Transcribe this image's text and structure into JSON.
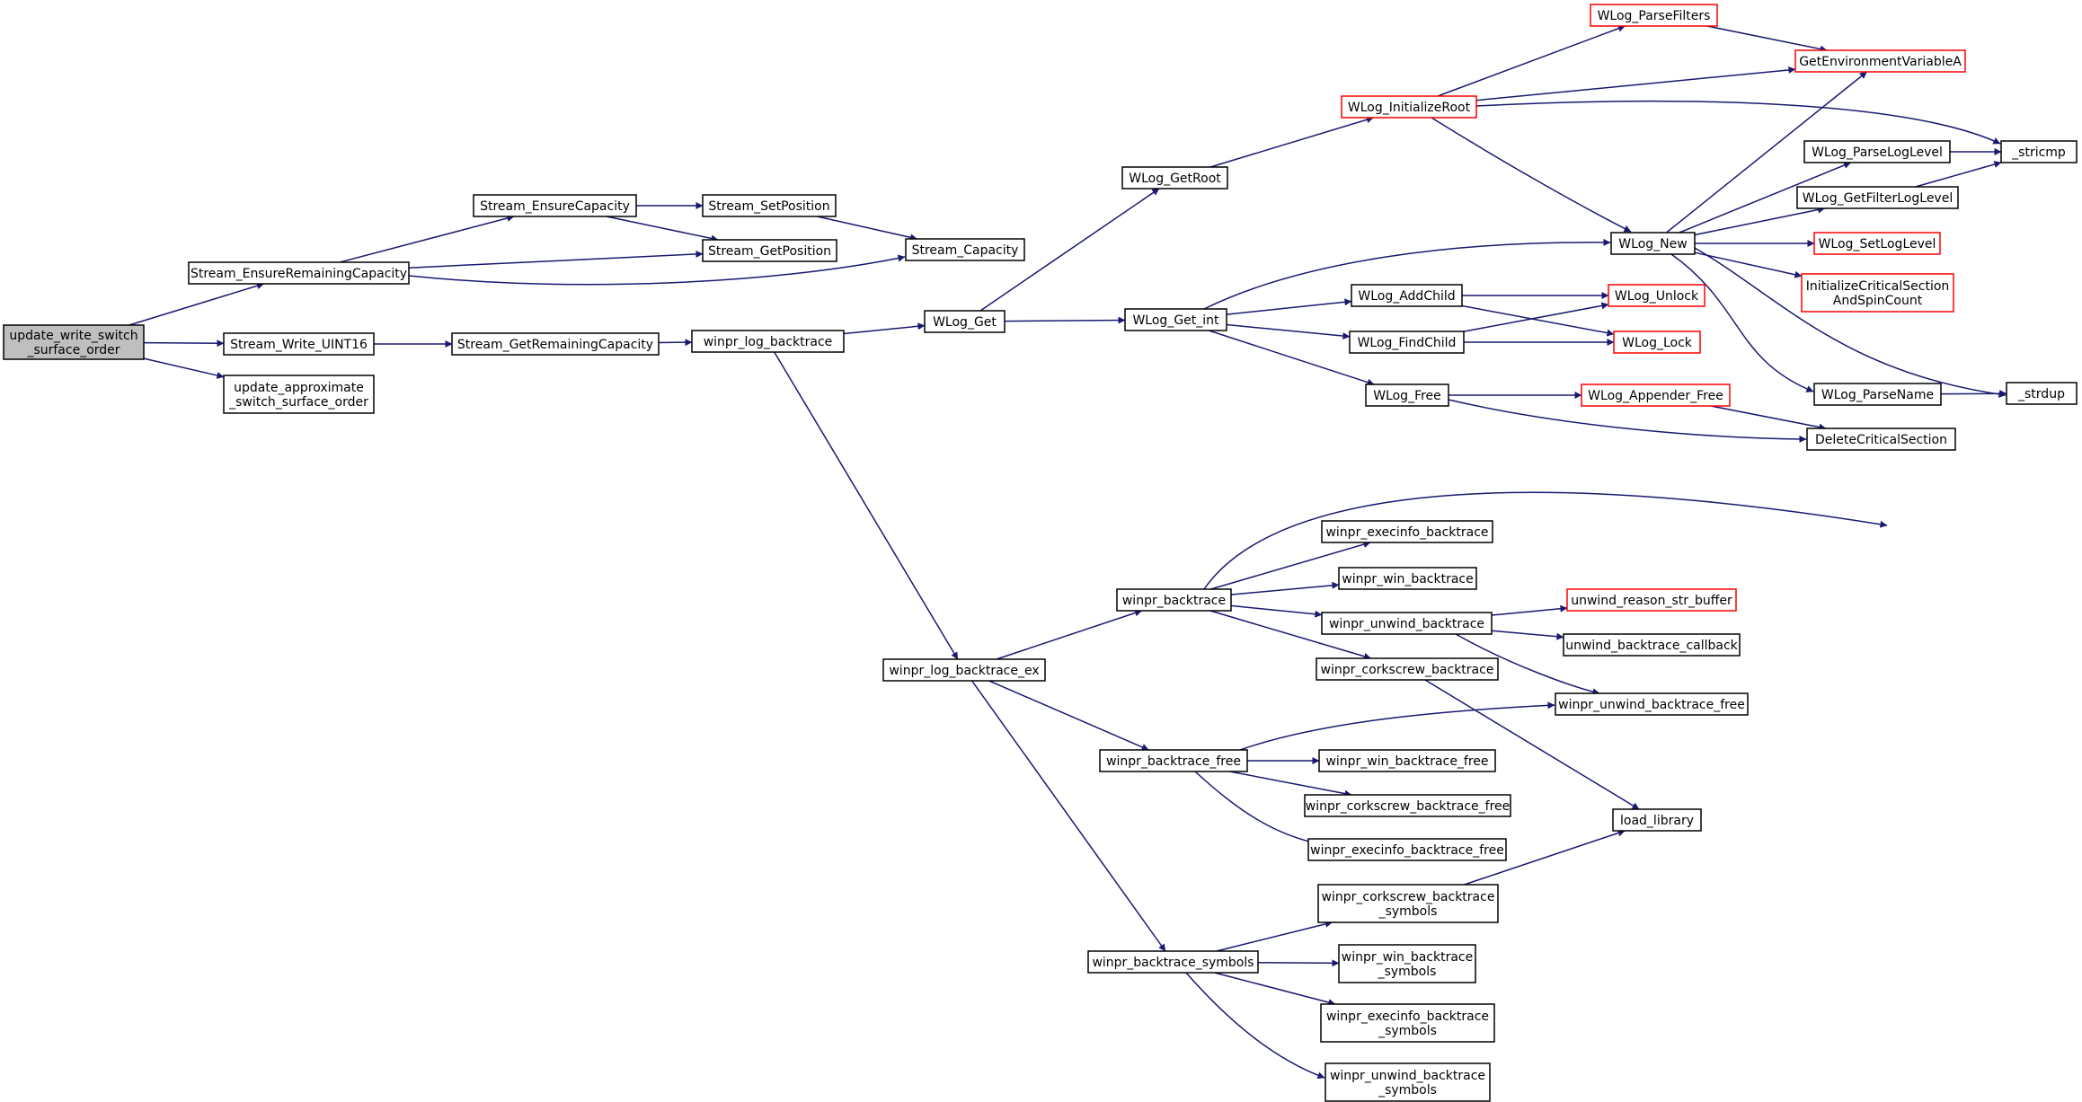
{
  "colors": {
    "edge": "#191970",
    "root_fill": "#bfbfbf",
    "root_border": "#000000",
    "node_border": "#000000",
    "truncated_border": "#ff0000",
    "node_fill": "#ffffff"
  },
  "nodes": [
    {
      "id": "update_write_switch_surface_order",
      "lines": [
        "update_write_switch",
        "_surface_order"
      ],
      "style": "root"
    },
    {
      "id": "Stream_EnsureRemainingCapacity",
      "lines": [
        "Stream_EnsureRemainingCapacity"
      ],
      "style": "normal"
    },
    {
      "id": "Stream_Write_UINT16",
      "lines": [
        "Stream_Write_UINT16"
      ],
      "style": "normal"
    },
    {
      "id": "update_approximate_switch_surface_order",
      "lines": [
        "update_approximate",
        "_switch_surface_order"
      ],
      "style": "normal"
    },
    {
      "id": "Stream_EnsureCapacity",
      "lines": [
        "Stream_EnsureCapacity"
      ],
      "style": "normal"
    },
    {
      "id": "Stream_SetPosition",
      "lines": [
        "Stream_SetPosition"
      ],
      "style": "normal"
    },
    {
      "id": "Stream_GetPosition",
      "lines": [
        "Stream_GetPosition"
      ],
      "style": "normal"
    },
    {
      "id": "Stream_Capacity",
      "lines": [
        "Stream_Capacity"
      ],
      "style": "normal"
    },
    {
      "id": "Stream_GetRemainingCapacity",
      "lines": [
        "Stream_GetRemainingCapacity"
      ],
      "style": "normal"
    },
    {
      "id": "winpr_log_backtrace",
      "lines": [
        "winpr_log_backtrace"
      ],
      "style": "normal"
    },
    {
      "id": "WLog_Get",
      "lines": [
        "WLog_Get"
      ],
      "style": "normal"
    },
    {
      "id": "WLog_GetRoot",
      "lines": [
        "WLog_GetRoot"
      ],
      "style": "normal"
    },
    {
      "id": "WLog_Get_int",
      "lines": [
        "WLog_Get_int"
      ],
      "style": "normal"
    },
    {
      "id": "WLog_InitializeRoot",
      "lines": [
        "WLog_InitializeRoot"
      ],
      "style": "truncated"
    },
    {
      "id": "WLog_ParseFilters",
      "lines": [
        "WLog_ParseFilters"
      ],
      "style": "truncated"
    },
    {
      "id": "GetEnvironmentVariableA",
      "lines": [
        "GetEnvironmentVariableA"
      ],
      "style": "truncated"
    },
    {
      "id": "_stricmp",
      "lines": [
        "_stricmp"
      ],
      "style": "normal"
    },
    {
      "id": "WLog_New",
      "lines": [
        "WLog_New"
      ],
      "style": "normal"
    },
    {
      "id": "WLog_ParseLogLevel",
      "lines": [
        "WLog_ParseLogLevel"
      ],
      "style": "normal"
    },
    {
      "id": "WLog_GetFilterLogLevel",
      "lines": [
        "WLog_GetFilterLogLevel"
      ],
      "style": "normal"
    },
    {
      "id": "WLog_SetLogLevel",
      "lines": [
        "WLog_SetLogLevel"
      ],
      "style": "truncated"
    },
    {
      "id": "InitializeCriticalSectionAndSpinCount",
      "lines": [
        "InitializeCriticalSection",
        "AndSpinCount"
      ],
      "style": "truncated"
    },
    {
      "id": "WLog_ParseName",
      "lines": [
        "WLog_ParseName"
      ],
      "style": "normal"
    },
    {
      "id": "_strdup",
      "lines": [
        "_strdup"
      ],
      "style": "normal"
    },
    {
      "id": "WLog_AddChild",
      "lines": [
        "WLog_AddChild"
      ],
      "style": "normal"
    },
    {
      "id": "WLog_FindChild",
      "lines": [
        "WLog_FindChild"
      ],
      "style": "normal"
    },
    {
      "id": "WLog_Unlock",
      "lines": [
        "WLog_Unlock"
      ],
      "style": "truncated"
    },
    {
      "id": "WLog_Lock",
      "lines": [
        "WLog_Lock"
      ],
      "style": "truncated"
    },
    {
      "id": "WLog_Free",
      "lines": [
        "WLog_Free"
      ],
      "style": "normal"
    },
    {
      "id": "WLog_Appender_Free",
      "lines": [
        "WLog_Appender_Free"
      ],
      "style": "truncated"
    },
    {
      "id": "DeleteCriticalSection",
      "lines": [
        "DeleteCriticalSection"
      ],
      "style": "normal"
    },
    {
      "id": "winpr_log_backtrace_ex",
      "lines": [
        "winpr_log_backtrace_ex"
      ],
      "style": "normal"
    },
    {
      "id": "winpr_backtrace",
      "lines": [
        "winpr_backtrace"
      ],
      "style": "normal"
    },
    {
      "id": "winpr_execinfo_backtrace",
      "lines": [
        "winpr_execinfo_backtrace"
      ],
      "style": "normal"
    },
    {
      "id": "winpr_win_backtrace",
      "lines": [
        "winpr_win_backtrace"
      ],
      "style": "normal"
    },
    {
      "id": "winpr_unwind_backtrace",
      "lines": [
        "winpr_unwind_backtrace"
      ],
      "style": "normal"
    },
    {
      "id": "unwind_reason_str_buffer",
      "lines": [
        "unwind_reason_str_buffer"
      ],
      "style": "truncated"
    },
    {
      "id": "unwind_backtrace_callback",
      "lines": [
        "unwind_backtrace_callback"
      ],
      "style": "normal"
    },
    {
      "id": "winpr_corkscrew_backtrace",
      "lines": [
        "winpr_corkscrew_backtrace"
      ],
      "style": "normal"
    },
    {
      "id": "winpr_unwind_backtrace_free",
      "lines": [
        "winpr_unwind_backtrace_free"
      ],
      "style": "normal"
    },
    {
      "id": "winpr_backtrace_free",
      "lines": [
        "winpr_backtrace_free"
      ],
      "style": "normal"
    },
    {
      "id": "winpr_win_backtrace_free",
      "lines": [
        "winpr_win_backtrace_free"
      ],
      "style": "normal"
    },
    {
      "id": "winpr_corkscrew_backtrace_free",
      "lines": [
        "winpr_corkscrew_backtrace_free"
      ],
      "style": "normal"
    },
    {
      "id": "winpr_execinfo_backtrace_free",
      "lines": [
        "winpr_execinfo_backtrace_free"
      ],
      "style": "normal"
    },
    {
      "id": "load_library",
      "lines": [
        "load_library"
      ],
      "style": "normal"
    },
    {
      "id": "winpr_corkscrew_backtrace_symbols",
      "lines": [
        "winpr_corkscrew_backtrace",
        "_symbols"
      ],
      "style": "normal"
    },
    {
      "id": "winpr_backtrace_symbols",
      "lines": [
        "winpr_backtrace_symbols"
      ],
      "style": "normal"
    },
    {
      "id": "winpr_win_backtrace_symbols",
      "lines": [
        "winpr_win_backtrace",
        "_symbols"
      ],
      "style": "normal"
    },
    {
      "id": "winpr_execinfo_backtrace_symbols",
      "lines": [
        "winpr_execinfo_backtrace",
        "_symbols"
      ],
      "style": "normal"
    },
    {
      "id": "winpr_unwind_backtrace_symbols",
      "lines": [
        "winpr_unwind_backtrace",
        "_symbols"
      ],
      "style": "normal"
    }
  ],
  "edges": [
    [
      "update_write_switch_surface_order",
      "Stream_EnsureRemainingCapacity"
    ],
    [
      "update_write_switch_surface_order",
      "Stream_Write_UINT16"
    ],
    [
      "update_write_switch_surface_order",
      "update_approximate_switch_surface_order"
    ],
    [
      "Stream_EnsureRemainingCapacity",
      "Stream_EnsureCapacity"
    ],
    [
      "Stream_EnsureRemainingCapacity",
      "Stream_GetPosition"
    ],
    [
      "Stream_EnsureRemainingCapacity",
      "Stream_Capacity"
    ],
    [
      "Stream_EnsureCapacity",
      "Stream_SetPosition"
    ],
    [
      "Stream_EnsureCapacity",
      "Stream_GetPosition"
    ],
    [
      "Stream_SetPosition",
      "Stream_Capacity"
    ],
    [
      "Stream_Write_UINT16",
      "Stream_GetRemainingCapacity"
    ],
    [
      "Stream_GetRemainingCapacity",
      "winpr_log_backtrace"
    ],
    [
      "winpr_log_backtrace",
      "WLog_Get"
    ],
    [
      "winpr_log_backtrace",
      "winpr_log_backtrace_ex"
    ],
    [
      "WLog_Get",
      "WLog_GetRoot"
    ],
    [
      "WLog_Get",
      "WLog_Get_int"
    ],
    [
      "WLog_GetRoot",
      "WLog_InitializeRoot"
    ],
    [
      "WLog_InitializeRoot",
      "WLog_ParseFilters"
    ],
    [
      "WLog_InitializeRoot",
      "GetEnvironmentVariableA"
    ],
    [
      "WLog_InitializeRoot",
      "_stricmp"
    ],
    [
      "WLog_InitializeRoot",
      "WLog_New"
    ],
    [
      "WLog_ParseFilters",
      "GetEnvironmentVariableA"
    ],
    [
      "WLog_New",
      "GetEnvironmentVariableA"
    ],
    [
      "WLog_New",
      "WLog_ParseLogLevel"
    ],
    [
      "WLog_New",
      "WLog_GetFilterLogLevel"
    ],
    [
      "WLog_New",
      "WLog_SetLogLevel"
    ],
    [
      "WLog_New",
      "InitializeCriticalSectionAndSpinCount"
    ],
    [
      "WLog_New",
      "WLog_ParseName"
    ],
    [
      "WLog_New",
      "_strdup"
    ],
    [
      "WLog_ParseLogLevel",
      "_stricmp"
    ],
    [
      "WLog_GetFilterLogLevel",
      "_stricmp"
    ],
    [
      "WLog_ParseName",
      "_strdup"
    ],
    [
      "WLog_Get_int",
      "WLog_New"
    ],
    [
      "WLog_Get_int",
      "WLog_AddChild"
    ],
    [
      "WLog_Get_int",
      "WLog_FindChild"
    ],
    [
      "WLog_Get_int",
      "WLog_Free"
    ],
    [
      "WLog_AddChild",
      "WLog_Unlock"
    ],
    [
      "WLog_AddChild",
      "WLog_Lock"
    ],
    [
      "WLog_FindChild",
      "WLog_Unlock"
    ],
    [
      "WLog_FindChild",
      "WLog_Lock"
    ],
    [
      "WLog_Free",
      "WLog_Appender_Free"
    ],
    [
      "WLog_Free",
      "DeleteCriticalSection"
    ],
    [
      "WLog_Appender_Free",
      "DeleteCriticalSection"
    ],
    [
      "winpr_log_backtrace_ex",
      "winpr_backtrace"
    ],
    [
      "winpr_log_backtrace_ex",
      "winpr_backtrace_free"
    ],
    [
      "winpr_log_backtrace_ex",
      "winpr_backtrace_symbols"
    ],
    [
      "winpr_backtrace",
      "_strdup"
    ],
    [
      "winpr_backtrace",
      "winpr_execinfo_backtrace"
    ],
    [
      "winpr_backtrace",
      "winpr_win_backtrace"
    ],
    [
      "winpr_backtrace",
      "winpr_unwind_backtrace"
    ],
    [
      "winpr_backtrace",
      "winpr_corkscrew_backtrace"
    ],
    [
      "winpr_unwind_backtrace",
      "unwind_reason_str_buffer"
    ],
    [
      "winpr_unwind_backtrace",
      "unwind_backtrace_callback"
    ],
    [
      "winpr_unwind_backtrace",
      "winpr_unwind_backtrace_free"
    ],
    [
      "winpr_corkscrew_backtrace",
      "load_library"
    ],
    [
      "winpr_backtrace_free",
      "winpr_unwind_backtrace_free"
    ],
    [
      "winpr_backtrace_free",
      "winpr_win_backtrace_free"
    ],
    [
      "winpr_backtrace_free",
      "winpr_corkscrew_backtrace_free"
    ],
    [
      "winpr_backtrace_free",
      "winpr_execinfo_backtrace_free"
    ],
    [
      "winpr_corkscrew_backtrace_symbols",
      "load_library"
    ],
    [
      "winpr_backtrace_symbols",
      "winpr_corkscrew_backtrace_symbols"
    ],
    [
      "winpr_backtrace_symbols",
      "winpr_win_backtrace_symbols"
    ],
    [
      "winpr_backtrace_symbols",
      "winpr_execinfo_backtrace_symbols"
    ],
    [
      "winpr_backtrace_symbols",
      "winpr_unwind_backtrace_symbols"
    ]
  ]
}
